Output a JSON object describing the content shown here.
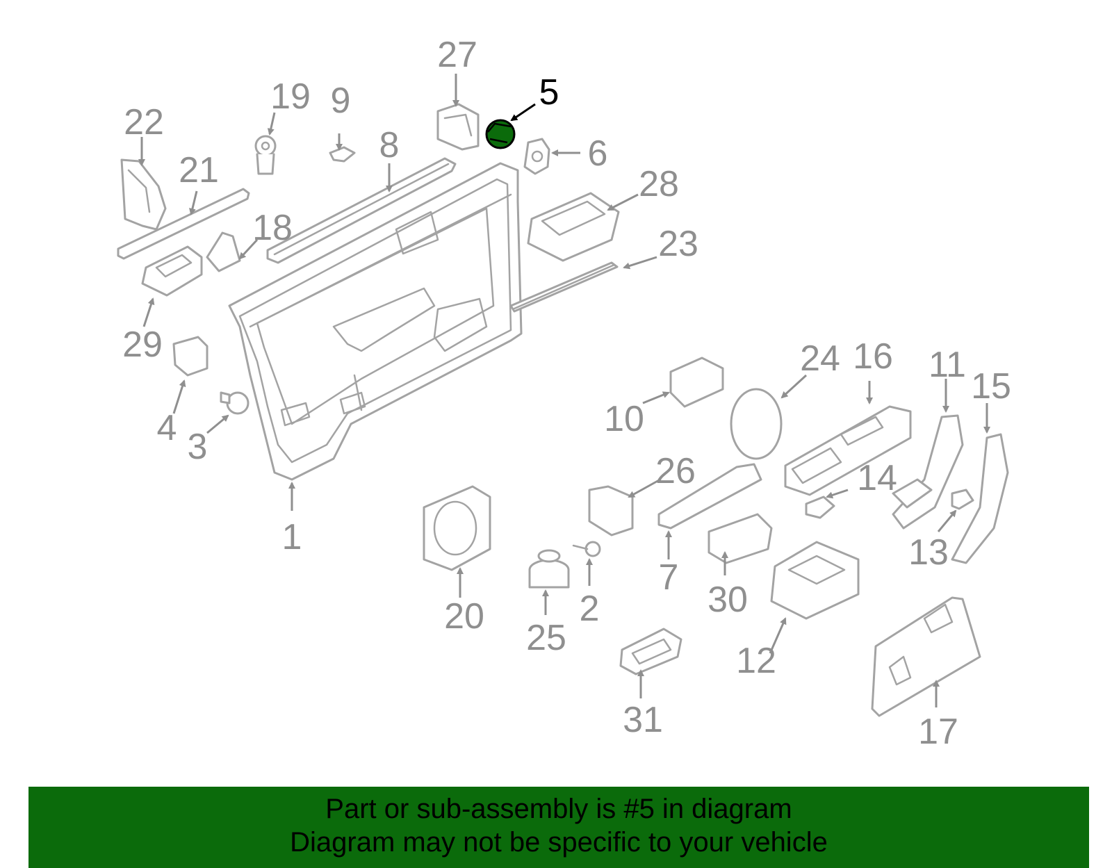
{
  "diagram": {
    "highlighted_callout": "5",
    "highlight_color": "#0b6b0b",
    "callouts": [
      "1",
      "2",
      "3",
      "4",
      "5",
      "6",
      "7",
      "8",
      "9",
      "10",
      "11",
      "12",
      "13",
      "14",
      "15",
      "16",
      "17",
      "18",
      "19",
      "20",
      "21",
      "22",
      "23",
      "24",
      "25",
      "26",
      "27",
      "28",
      "29",
      "30",
      "31"
    ]
  },
  "banner": {
    "line1": "Part or sub-assembly is #5 in diagram",
    "line2": "Diagram may not be specific to your vehicle",
    "background": "#0b6b0b"
  }
}
